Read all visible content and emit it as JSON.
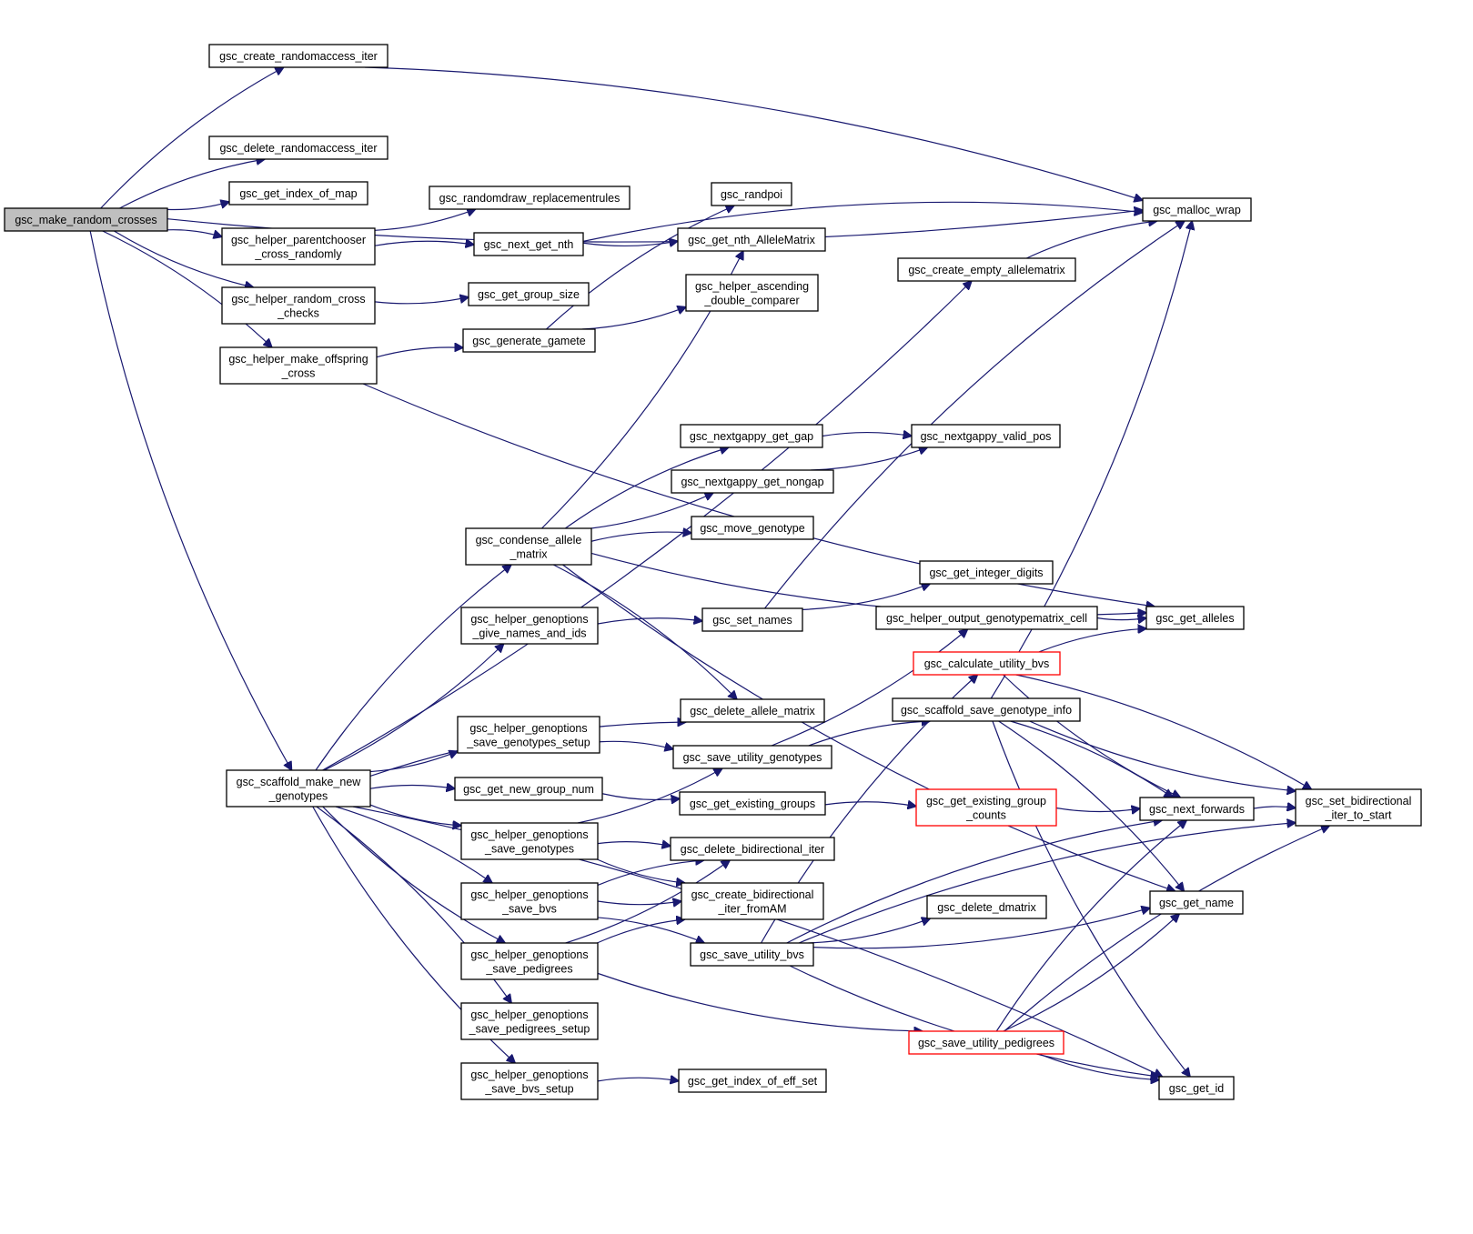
{
  "graph": {
    "edge_color": "#191970",
    "truncated_node_border": "#ff0000",
    "root_fill": "#bfbfbf",
    "nodes": [
      {
        "id": "make_random_crosses",
        "lines": [
          "gsc_make_random_crosses"
        ],
        "root": true
      },
      {
        "id": "create_randomaccess_iter",
        "lines": [
          "gsc_create_randomaccess_iter"
        ]
      },
      {
        "id": "delete_randomaccess_iter",
        "lines": [
          "gsc_delete_randomaccess_iter"
        ]
      },
      {
        "id": "get_index_of_map",
        "lines": [
          "gsc_get_index_of_map"
        ]
      },
      {
        "id": "parentchooser",
        "lines": [
          "gsc_helper_parentchooser",
          "_cross_randomly"
        ]
      },
      {
        "id": "random_cross_checks",
        "lines": [
          "gsc_helper_random_cross",
          "_checks"
        ]
      },
      {
        "id": "make_offspring_cross",
        "lines": [
          "gsc_helper_make_offspring",
          "_cross"
        ]
      },
      {
        "id": "scaffold_make_new_genotypes",
        "lines": [
          "gsc_scaffold_make_new",
          "_genotypes"
        ]
      },
      {
        "id": "randomdraw_replacementrules",
        "lines": [
          "gsc_randomdraw_replacementrules"
        ]
      },
      {
        "id": "next_get_nth",
        "lines": [
          "gsc_next_get_nth"
        ]
      },
      {
        "id": "get_group_size",
        "lines": [
          "gsc_get_group_size"
        ]
      },
      {
        "id": "generate_gamete",
        "lines": [
          "gsc_generate_gamete"
        ]
      },
      {
        "id": "randpoi",
        "lines": [
          "gsc_randpoi"
        ]
      },
      {
        "id": "get_nth_AlleleMatrix",
        "lines": [
          "gsc_get_nth_AlleleMatrix"
        ]
      },
      {
        "id": "ascending_double_comparer",
        "lines": [
          "gsc_helper_ascending",
          "_double_comparer"
        ]
      },
      {
        "id": "malloc_wrap",
        "lines": [
          "gsc_malloc_wrap"
        ]
      },
      {
        "id": "create_empty_allelematrix",
        "lines": [
          "gsc_create_empty_allelematrix"
        ]
      },
      {
        "id": "nextgappy_get_gap",
        "lines": [
          "gsc_nextgappy_get_gap"
        ]
      },
      {
        "id": "nextgappy_valid_pos",
        "lines": [
          "gsc_nextgappy_valid_pos"
        ]
      },
      {
        "id": "nextgappy_get_nongap",
        "lines": [
          "gsc_nextgappy_get_nongap"
        ]
      },
      {
        "id": "condense_allele_matrix",
        "lines": [
          "gsc_condense_allele",
          "_matrix"
        ]
      },
      {
        "id": "move_genotype",
        "lines": [
          "gsc_move_genotype"
        ]
      },
      {
        "id": "get_integer_digits",
        "lines": [
          "gsc_get_integer_digits"
        ]
      },
      {
        "id": "give_names_and_ids",
        "lines": [
          "gsc_helper_genoptions",
          "_give_names_and_ids"
        ]
      },
      {
        "id": "set_names",
        "lines": [
          "gsc_set_names"
        ]
      },
      {
        "id": "output_genotypematrix_cell",
        "lines": [
          "gsc_helper_output_genotypematrix_cell"
        ]
      },
      {
        "id": "get_alleles",
        "lines": [
          "gsc_get_alleles"
        ]
      },
      {
        "id": "calculate_utility_bvs",
        "lines": [
          "gsc_calculate_utility_bvs"
        ],
        "truncated": true
      },
      {
        "id": "delete_allele_matrix",
        "lines": [
          "gsc_delete_allele_matrix"
        ]
      },
      {
        "id": "scaffold_save_genotype_info",
        "lines": [
          "gsc_scaffold_save_genotype_info"
        ]
      },
      {
        "id": "save_genotypes_setup",
        "lines": [
          "gsc_helper_genoptions",
          "_save_genotypes_setup"
        ]
      },
      {
        "id": "save_utility_genotypes",
        "lines": [
          "gsc_save_utility_genotypes"
        ]
      },
      {
        "id": "get_new_group_num",
        "lines": [
          "gsc_get_new_group_num"
        ]
      },
      {
        "id": "get_existing_groups",
        "lines": [
          "gsc_get_existing_groups"
        ]
      },
      {
        "id": "get_existing_group_counts",
        "lines": [
          "gsc_get_existing_group",
          "_counts"
        ],
        "truncated": true
      },
      {
        "id": "next_forwards",
        "lines": [
          "gsc_next_forwards"
        ]
      },
      {
        "id": "set_bidirectional_iter_to_start",
        "lines": [
          "gsc_set_bidirectional",
          "_iter_to_start"
        ]
      },
      {
        "id": "save_genotypes",
        "lines": [
          "gsc_helper_genoptions",
          "_save_genotypes"
        ]
      },
      {
        "id": "delete_bidirectional_iter",
        "lines": [
          "gsc_delete_bidirectional_iter"
        ]
      },
      {
        "id": "save_bvs",
        "lines": [
          "gsc_helper_genoptions",
          "_save_bvs"
        ]
      },
      {
        "id": "create_bidirectional_iter_fromAM",
        "lines": [
          "gsc_create_bidirectional",
          "_iter_fromAM"
        ]
      },
      {
        "id": "delete_dmatrix",
        "lines": [
          "gsc_delete_dmatrix"
        ]
      },
      {
        "id": "get_name",
        "lines": [
          "gsc_get_name"
        ]
      },
      {
        "id": "save_pedigrees",
        "lines": [
          "gsc_helper_genoptions",
          "_save_pedigrees"
        ]
      },
      {
        "id": "save_utility_bvs",
        "lines": [
          "gsc_save_utility_bvs"
        ]
      },
      {
        "id": "save_pedigrees_setup",
        "lines": [
          "gsc_helper_genoptions",
          "_save_pedigrees_setup"
        ]
      },
      {
        "id": "save_utility_pedigrees",
        "lines": [
          "gsc_save_utility_pedigrees"
        ],
        "truncated": true
      },
      {
        "id": "save_bvs_setup",
        "lines": [
          "gsc_helper_genoptions",
          "_save_bvs_setup"
        ]
      },
      {
        "id": "get_index_of_eff_set",
        "lines": [
          "gsc_get_index_of_eff_set"
        ]
      },
      {
        "id": "get_id",
        "lines": [
          "gsc_get_id"
        ]
      }
    ],
    "edges": [
      [
        "make_random_crosses",
        "create_randomaccess_iter"
      ],
      [
        "make_random_crosses",
        "malloc_wrap"
      ],
      [
        "make_random_crosses",
        "delete_randomaccess_iter"
      ],
      [
        "make_random_crosses",
        "get_index_of_map"
      ],
      [
        "make_random_crosses",
        "parentchooser"
      ],
      [
        "make_random_crosses",
        "random_cross_checks"
      ],
      [
        "make_random_crosses",
        "make_offspring_cross"
      ],
      [
        "make_random_crosses",
        "scaffold_make_new_genotypes"
      ],
      [
        "create_randomaccess_iter",
        "malloc_wrap"
      ],
      [
        "parentchooser",
        "randomdraw_replacementrules"
      ],
      [
        "parentchooser",
        "next_get_nth"
      ],
      [
        "next_get_nth",
        "get_nth_AlleleMatrix"
      ],
      [
        "next_get_nth",
        "malloc_wrap"
      ],
      [
        "random_cross_checks",
        "get_group_size"
      ],
      [
        "make_offspring_cross",
        "generate_gamete"
      ],
      [
        "make_offspring_cross",
        "get_alleles"
      ],
      [
        "generate_gamete",
        "randpoi"
      ],
      [
        "generate_gamete",
        "ascending_double_comparer"
      ],
      [
        "create_empty_allelematrix",
        "malloc_wrap"
      ],
      [
        "scaffold_make_new_genotypes",
        "create_empty_allelematrix"
      ],
      [
        "scaffold_make_new_genotypes",
        "condense_allele_matrix"
      ],
      [
        "scaffold_make_new_genotypes",
        "give_names_and_ids"
      ],
      [
        "scaffold_make_new_genotypes",
        "delete_allele_matrix"
      ],
      [
        "scaffold_make_new_genotypes",
        "save_genotypes_setup"
      ],
      [
        "scaffold_make_new_genotypes",
        "get_new_group_num"
      ],
      [
        "scaffold_make_new_genotypes",
        "save_genotypes"
      ],
      [
        "scaffold_make_new_genotypes",
        "save_bvs"
      ],
      [
        "scaffold_make_new_genotypes",
        "save_pedigrees"
      ],
      [
        "scaffold_make_new_genotypes",
        "save_pedigrees_setup"
      ],
      [
        "scaffold_make_new_genotypes",
        "save_bvs_setup"
      ],
      [
        "scaffold_make_new_genotypes",
        "get_id"
      ],
      [
        "condense_allele_matrix",
        "get_nth_AlleleMatrix"
      ],
      [
        "condense_allele_matrix",
        "nextgappy_get_gap"
      ],
      [
        "condense_allele_matrix",
        "nextgappy_get_nongap"
      ],
      [
        "condense_allele_matrix",
        "move_genotype"
      ],
      [
        "condense_allele_matrix",
        "get_alleles"
      ],
      [
        "condense_allele_matrix",
        "delete_allele_matrix"
      ],
      [
        "condense_allele_matrix",
        "get_name"
      ],
      [
        "nextgappy_get_gap",
        "nextgappy_valid_pos"
      ],
      [
        "nextgappy_get_nongap",
        "nextgappy_valid_pos"
      ],
      [
        "give_names_and_ids",
        "set_names"
      ],
      [
        "set_names",
        "get_integer_digits"
      ],
      [
        "set_names",
        "malloc_wrap"
      ],
      [
        "output_genotypematrix_cell",
        "get_alleles"
      ],
      [
        "calculate_utility_bvs",
        "get_alleles"
      ],
      [
        "calculate_utility_bvs",
        "next_forwards"
      ],
      [
        "calculate_utility_bvs",
        "set_bidirectional_iter_to_start"
      ],
      [
        "scaffold_save_genotype_info",
        "malloc_wrap"
      ],
      [
        "scaffold_save_genotype_info",
        "next_forwards"
      ],
      [
        "scaffold_save_genotype_info",
        "set_bidirectional_iter_to_start"
      ],
      [
        "scaffold_save_genotype_info",
        "get_name"
      ],
      [
        "scaffold_save_genotype_info",
        "get_id"
      ],
      [
        "save_genotypes_setup",
        "save_utility_genotypes"
      ],
      [
        "save_utility_genotypes",
        "output_genotypematrix_cell"
      ],
      [
        "save_utility_genotypes",
        "scaffold_save_genotype_info"
      ],
      [
        "get_new_group_num",
        "get_existing_groups"
      ],
      [
        "get_existing_groups",
        "get_existing_group_counts"
      ],
      [
        "get_existing_group_counts",
        "next_forwards"
      ],
      [
        "next_forwards",
        "set_bidirectional_iter_to_start"
      ],
      [
        "save_genotypes",
        "save_utility_genotypes"
      ],
      [
        "save_genotypes",
        "delete_bidirectional_iter"
      ],
      [
        "save_genotypes",
        "create_bidirectional_iter_fromAM"
      ],
      [
        "save_bvs",
        "delete_bidirectional_iter"
      ],
      [
        "save_bvs",
        "create_bidirectional_iter_fromAM"
      ],
      [
        "save_bvs",
        "save_utility_bvs"
      ],
      [
        "save_pedigrees",
        "delete_bidirectional_iter"
      ],
      [
        "save_pedigrees",
        "create_bidirectional_iter_fromAM"
      ],
      [
        "save_pedigrees",
        "save_utility_pedigrees"
      ],
      [
        "save_utility_bvs",
        "calculate_utility_bvs"
      ],
      [
        "save_utility_bvs",
        "delete_dmatrix"
      ],
      [
        "save_utility_bvs",
        "next_forwards"
      ],
      [
        "save_utility_bvs",
        "get_name"
      ],
      [
        "save_utility_bvs",
        "set_bidirectional_iter_to_start"
      ],
      [
        "save_utility_bvs",
        "get_id"
      ],
      [
        "save_utility_pedigrees",
        "next_forwards"
      ],
      [
        "save_utility_pedigrees",
        "get_name"
      ],
      [
        "save_utility_pedigrees",
        "set_bidirectional_iter_to_start"
      ],
      [
        "save_utility_pedigrees",
        "get_id"
      ],
      [
        "save_bvs_setup",
        "get_index_of_eff_set"
      ]
    ]
  }
}
